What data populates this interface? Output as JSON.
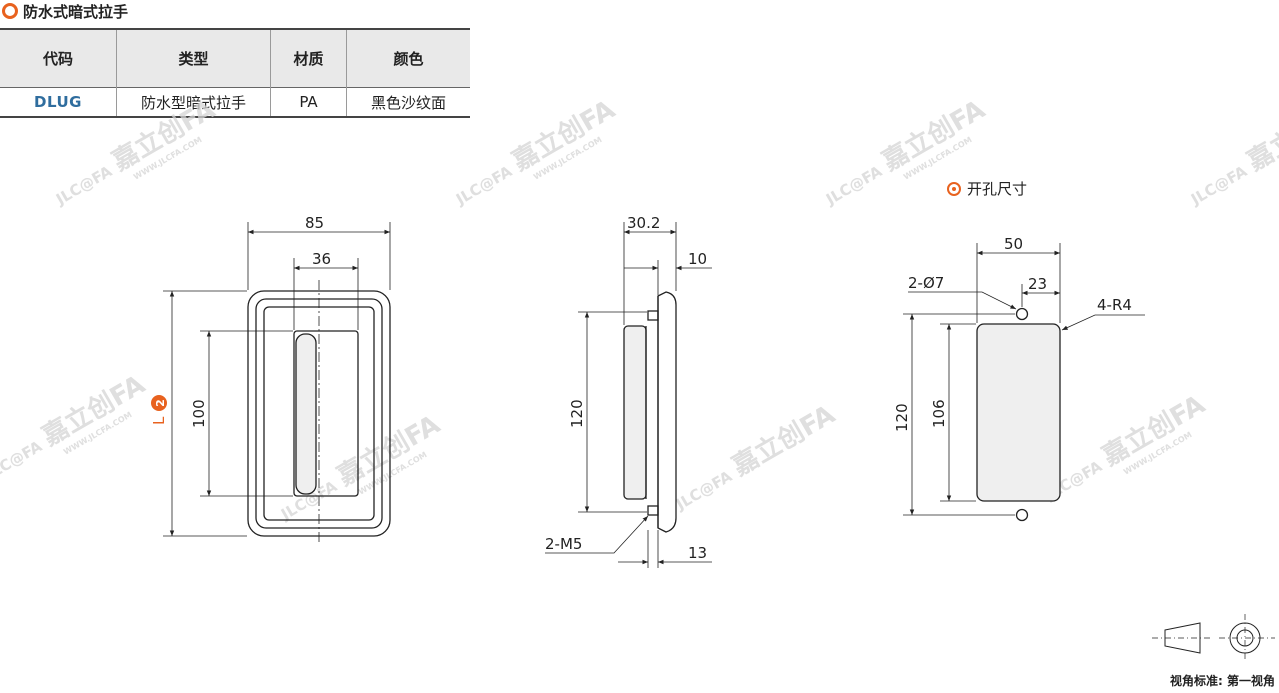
{
  "header": {
    "title": "防水式暗式拉手"
  },
  "table": {
    "headers": [
      "代码",
      "类型",
      "材质",
      "颜色"
    ],
    "row": {
      "code": "DLUG",
      "type": "防水型暗式拉手",
      "material": "PA",
      "color": "黑色沙纹面"
    }
  },
  "watermark": {
    "brand": "嘉立创FA",
    "logo": "JLC@FA",
    "site": "WWW.JLCFA.COM"
  },
  "front_view": {
    "dim_width": "85",
    "dim_handle": "36",
    "dim_length": "L",
    "length_badge": "2",
    "dim_inner": "100"
  },
  "side_view": {
    "dim_depth": "30.2",
    "dim_flange": "10",
    "dim_height": "120",
    "dim_screw": "2-M5",
    "dim_bottom": "13"
  },
  "cutout_view": {
    "label": "开孔尺寸",
    "dim_width": "50",
    "dim_offset": "23",
    "dim_holes": "2-Ø7",
    "dim_radius": "4-R4",
    "dim_total": "120",
    "dim_cut_height": "106"
  },
  "projection": {
    "label": "视角标准: 第一视角"
  },
  "colors": {
    "accent": "#e8621f",
    "code_blue": "#2f6d9e",
    "header_bg": "#e9e9e9"
  }
}
